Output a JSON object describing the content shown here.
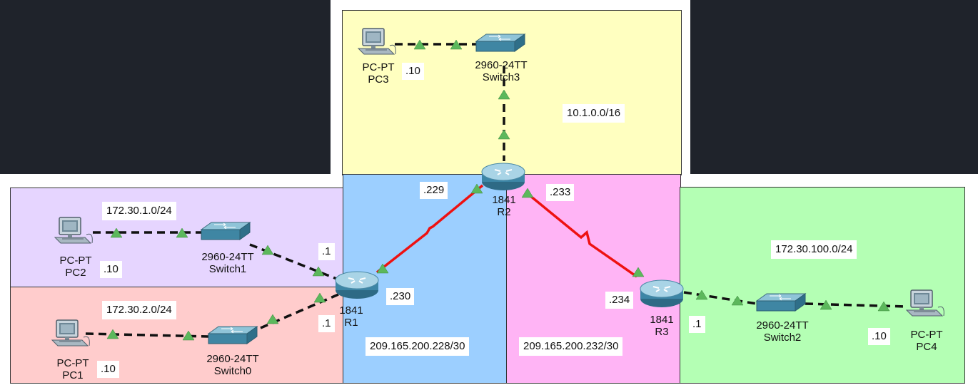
{
  "networks": {
    "pc3_lan": "10.1.0.0/16",
    "pc2_lan": "172.30.1.0/24",
    "pc1_lan": "172.30.2.0/24",
    "r1_r2_wan": "209.165.200.228/30",
    "r2_r3_wan": "209.165.200.232/30",
    "pc4_lan": "172.30.100.0/24"
  },
  "ip_labels": {
    "pc3": ".10",
    "pc2": ".10",
    "pc1": ".10",
    "pc4": ".10",
    "r1_g0": ".1",
    "r1_g1": ".1",
    "r1_wan": ".230",
    "r2_left": ".229",
    "r2_right": ".233",
    "r3_wan": ".234",
    "r3_lan": ".1"
  },
  "devices": {
    "pc3": {
      "model": "PC-PT",
      "name": "PC3"
    },
    "pc2": {
      "model": "PC-PT",
      "name": "PC2"
    },
    "pc1": {
      "model": "PC-PT",
      "name": "PC1"
    },
    "pc4": {
      "model": "PC-PT",
      "name": "PC4"
    },
    "switch3": {
      "model": "2960-24TT",
      "name": "Switch3"
    },
    "switch1": {
      "model": "2960-24TT",
      "name": "Switch1"
    },
    "switch0": {
      "model": "2960-24TT",
      "name": "Switch0"
    },
    "switch2": {
      "model": "2960-24TT",
      "name": "Switch2"
    },
    "r1": {
      "model": "1841",
      "name": "R1"
    },
    "r2": {
      "model": "1841",
      "name": "R2"
    },
    "r3": {
      "model": "1841",
      "name": "R3"
    }
  },
  "colors": {
    "zone_yellow": "#ffffc0",
    "zone_purple": "#e6d5ff",
    "zone_pink": "#ffcccc",
    "zone_blue": "#9ccfff",
    "zone_magenta": "#ffb4f5",
    "zone_green": "#b4ffb4",
    "serial_link": "#ee1111",
    "ethernet_link": "#111111",
    "link_up_marker": "#5cb85c",
    "background_dark": "#1f232b"
  }
}
